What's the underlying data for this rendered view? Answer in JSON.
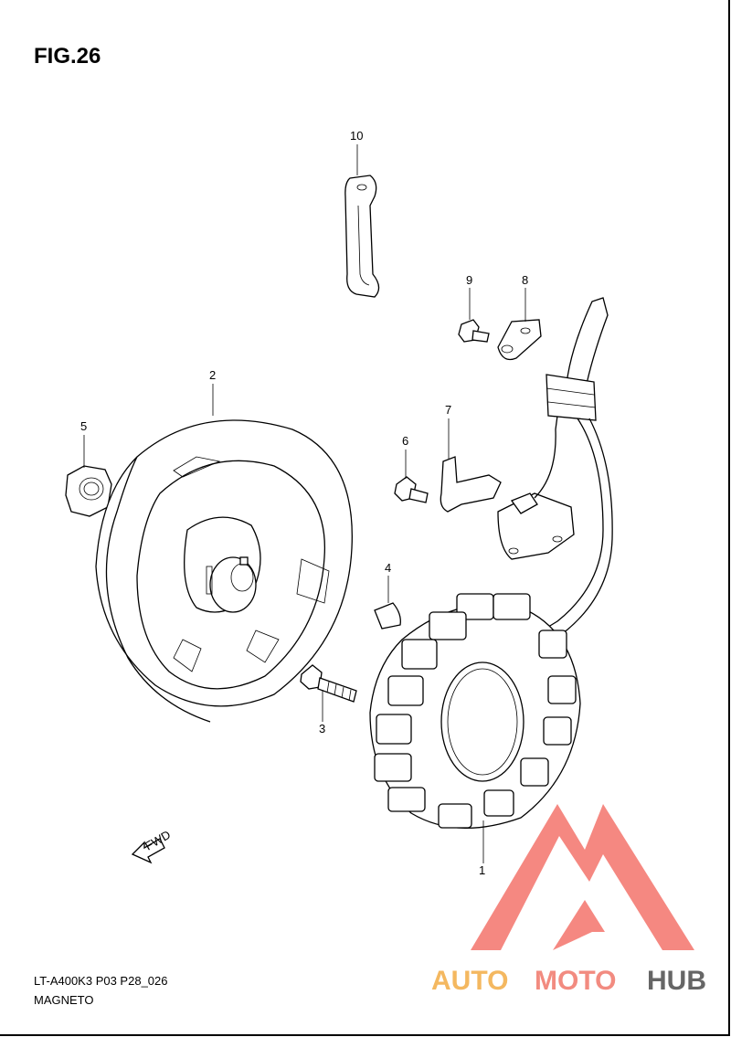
{
  "figure": {
    "title": "FIG.26",
    "model_code": "LT-A400K3 P03 P28_026",
    "section_name": "MAGNETO"
  },
  "callouts": [
    "1",
    "2",
    "3",
    "4",
    "5",
    "6",
    "7",
    "8",
    "9",
    "10"
  ],
  "direction_marker": "FWD",
  "watermark": {
    "text_part1": "AUTO",
    "text_part2": "MOTO",
    "text_part3": "HUB",
    "color_part1": "#f4b860",
    "color_part2": "#f28b80",
    "color_part3": "#666666",
    "logo_color": "#f47c74"
  }
}
